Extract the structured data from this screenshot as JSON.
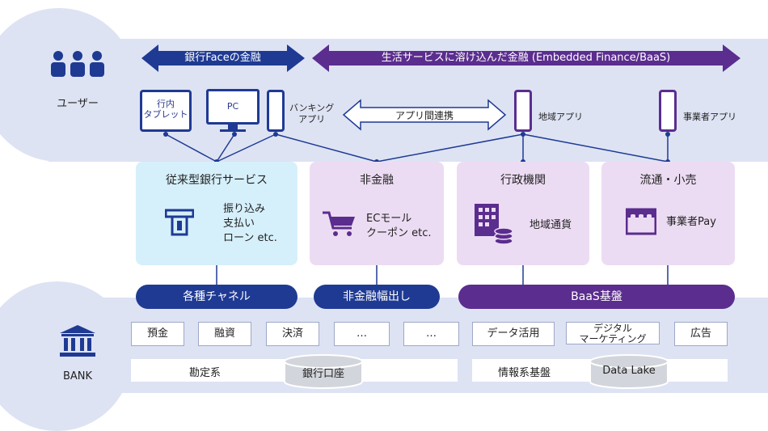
{
  "sections": {
    "user": {
      "label": "ユーザー"
    },
    "bank": {
      "label": "BANK"
    }
  },
  "arrows": {
    "left": "銀行Faceの金融",
    "right": "生活サービスに溶け込んだ金融 (Embedded Finance/BaaS)",
    "app_link": "アプリ間連携"
  },
  "devices": {
    "tablet": "行内\nタブレット",
    "pc": "PC",
    "banking_app": "バンキング\nアプリ",
    "regional_app": "地域アプリ",
    "business_app": "事業者アプリ"
  },
  "cards": [
    {
      "title": "従来型銀行サービス",
      "text": "振り込み\n支払い\nローン etc."
    },
    {
      "title": "非金融",
      "text": "ECモール\nクーポン etc."
    },
    {
      "title": "行政機関",
      "text": "地域通貨"
    },
    {
      "title": "流通・小売",
      "text": "事業者Pay"
    }
  ],
  "pills": [
    {
      "label": "各種チャネル"
    },
    {
      "label": "非金融幅出し"
    },
    {
      "label": "BaaS基盤"
    }
  ],
  "services": [
    "預金",
    "融資",
    "決済",
    "…",
    "…",
    "データ活用",
    "デジタル\nマーケティング",
    "広告"
  ],
  "systems": {
    "accounting": "勘定系",
    "account": "銀行口座",
    "info": "情報系基盤",
    "lake": "Data Lake"
  },
  "colors": {
    "navy": "#1f3a93",
    "purple": "#5b2d8e",
    "band": "#dde3f3",
    "card_blue": "#d6f0fb",
    "card_purple": "#ecdcf3"
  }
}
